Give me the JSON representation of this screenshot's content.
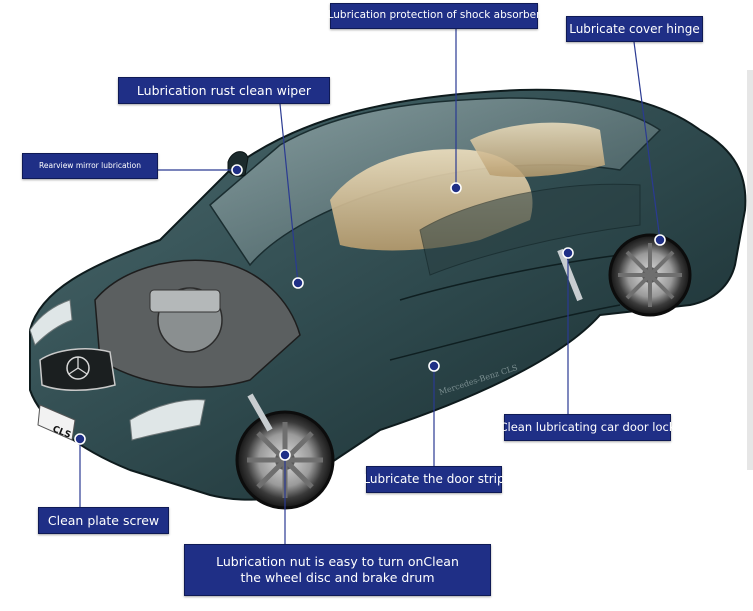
{
  "labels": {
    "shock_absorber": "Lubrication protection of shock absorber",
    "cover_hinge": "Lubricate cover hinge",
    "rust_clean_wiper": "Lubrication rust clean wiper",
    "rearview_mirror": "Rearview mirror lubrication",
    "door_lock": "Clean lubricating car door lock",
    "door_strip": "Lubricate the door strip",
    "plate_screw": "Clean plate screw",
    "wheel_nut_line1": "Lubrication nut is easy to turn onClean",
    "wheel_nut_line2": "the wheel disc and brake drum"
  },
  "watermark": "Mercedes-Benz CLS",
  "plate_text": "CLS",
  "colors": {
    "label_bg": "#1f2f86",
    "label_text": "#ffffff",
    "car_body": "#2f4a4e",
    "interior": "#d8c29a"
  }
}
